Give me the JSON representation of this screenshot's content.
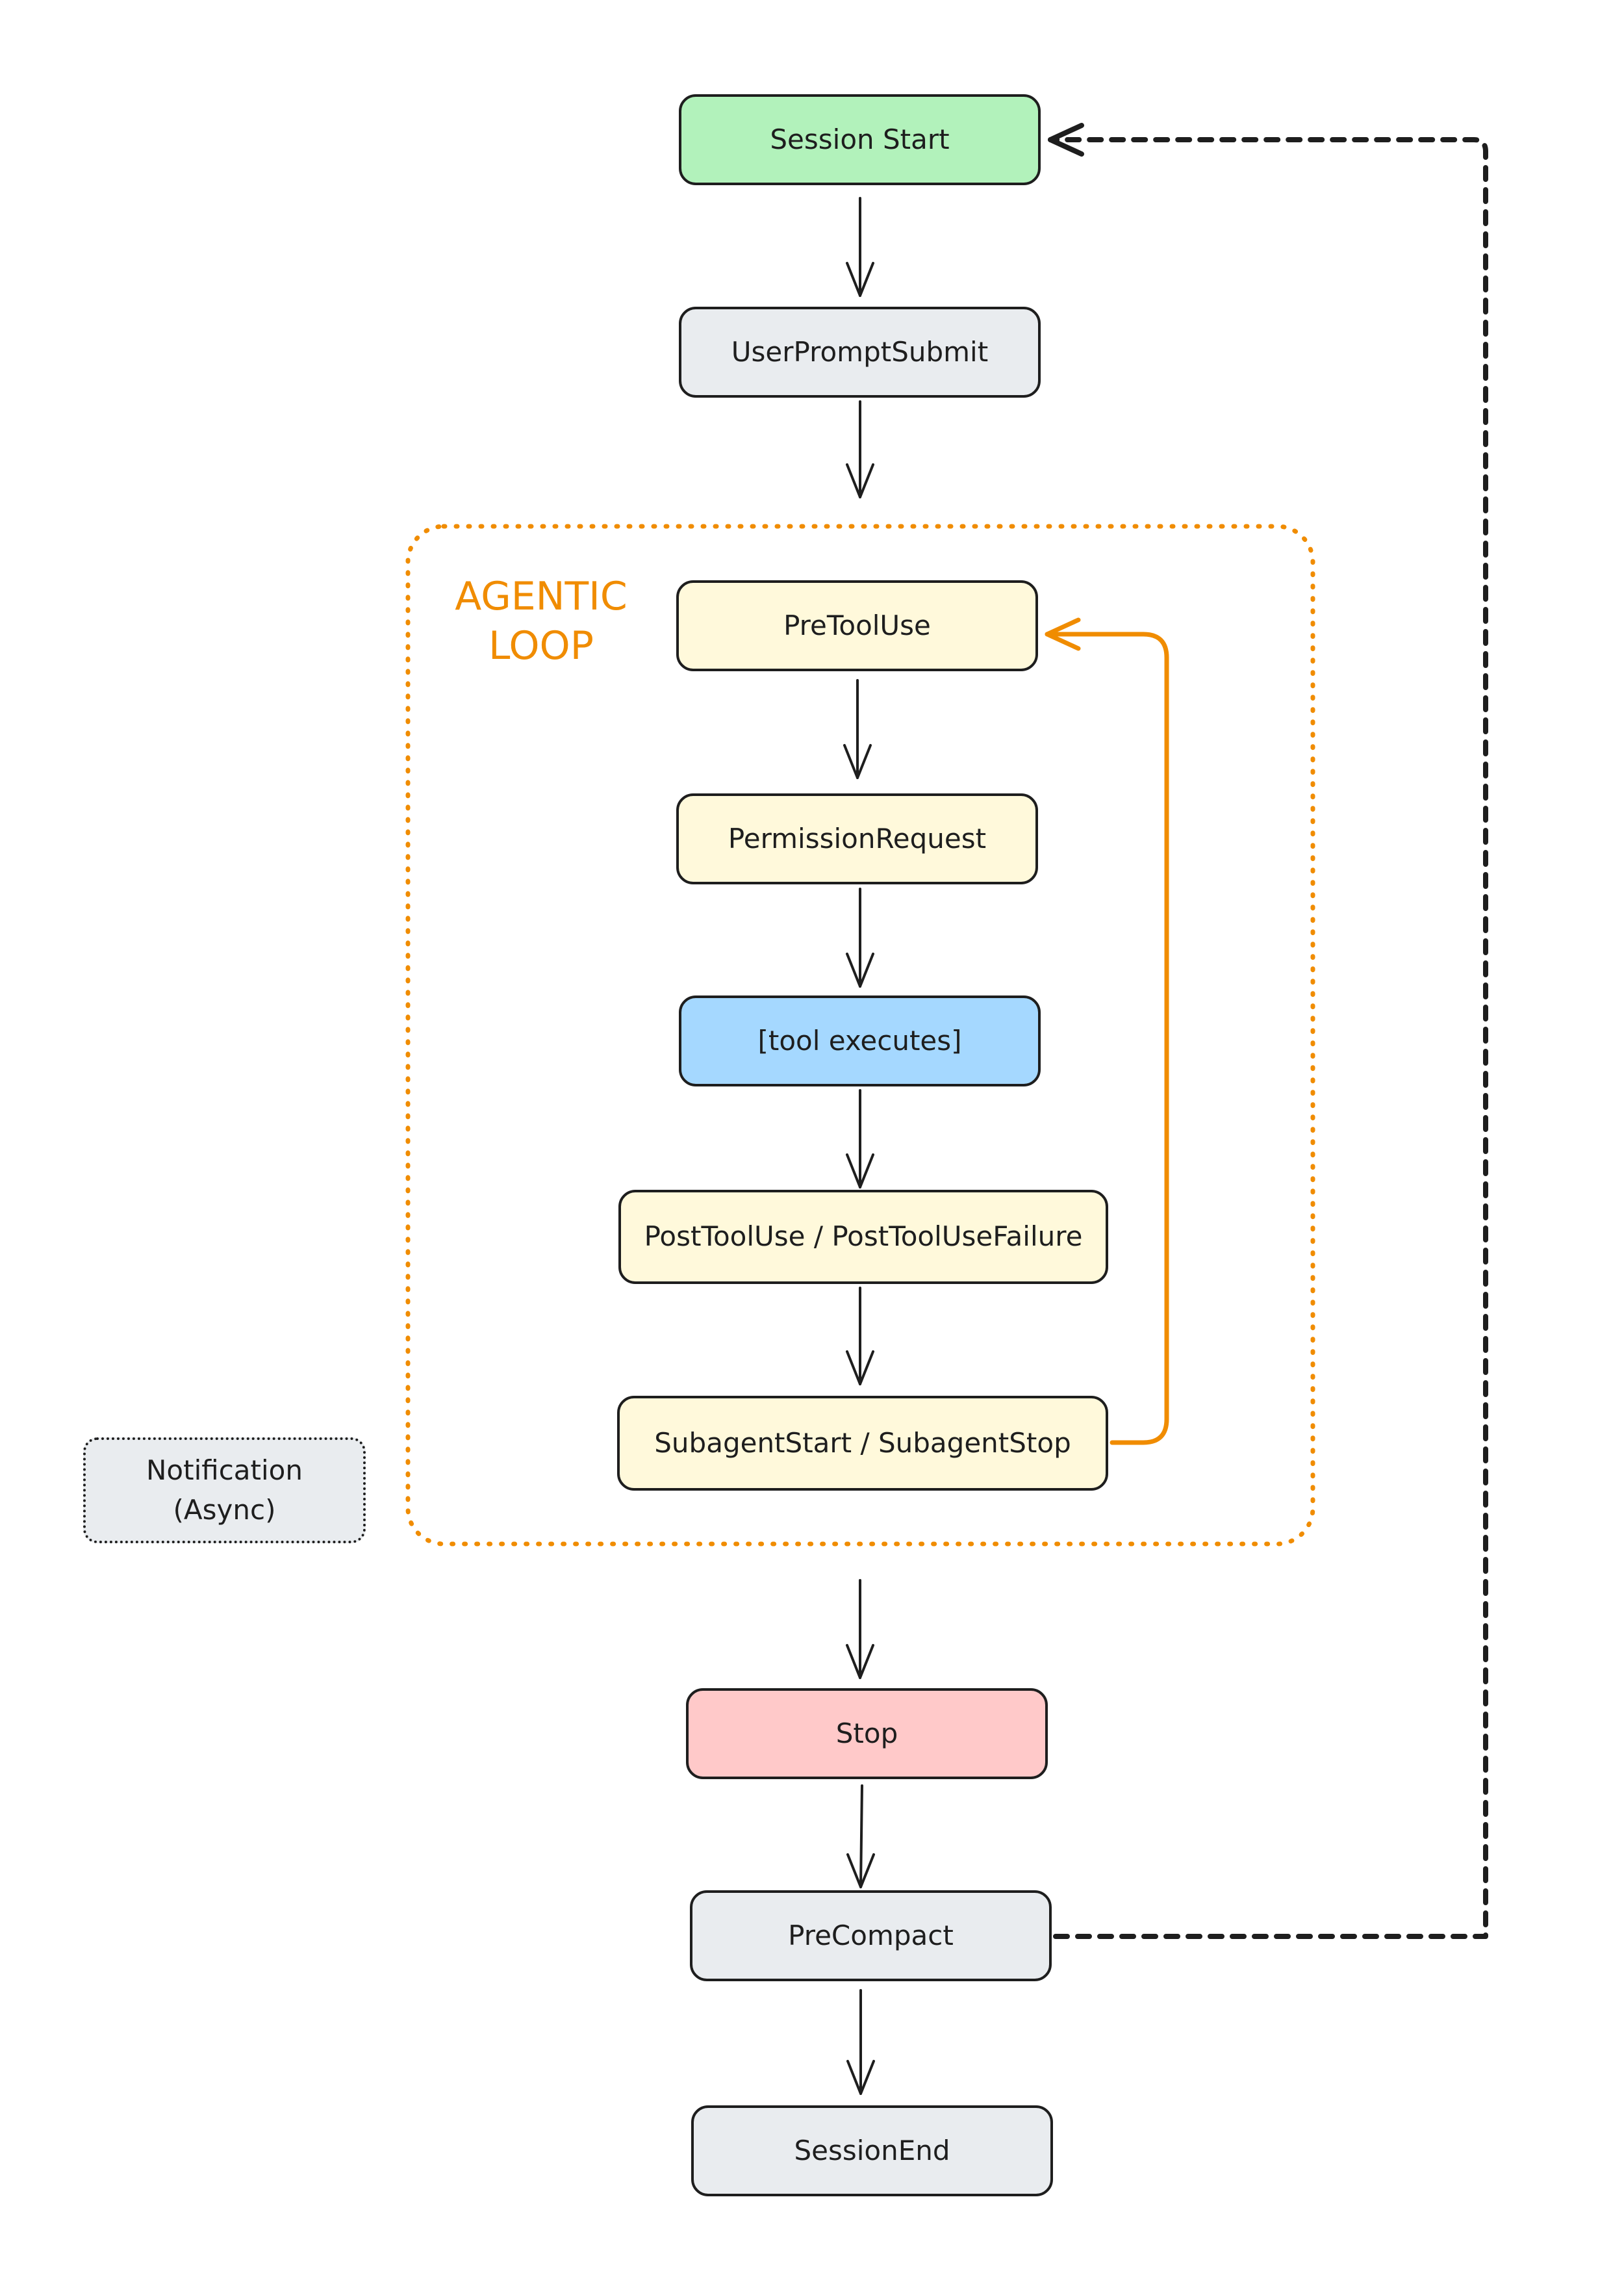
{
  "diagram": {
    "loop_group": {
      "title": "AGENTIC\nLOOP",
      "border_color": "#f08c00"
    },
    "nodes": {
      "session_start": {
        "label": "Session Start",
        "fill": "#b2f2bb"
      },
      "user_prompt_submit": {
        "label": "UserPromptSubmit",
        "fill": "#e9ecef"
      },
      "pre_tool_use": {
        "label": "PreToolUse",
        "fill": "#fff9db"
      },
      "permission_request": {
        "label": "PermissionRequest",
        "fill": "#fff9db"
      },
      "tool_executes": {
        "label": "[tool executes]",
        "fill": "#a5d8ff"
      },
      "post_tool_use": {
        "label": "PostToolUse / PostToolUseFailure",
        "fill": "#fff9db"
      },
      "subagent": {
        "label": "SubagentStart / SubagentStop",
        "fill": "#fff9db"
      },
      "stop": {
        "label": "Stop",
        "fill": "#ffc9c9"
      },
      "pre_compact": {
        "label": "PreCompact",
        "fill": "#e9ecef"
      },
      "session_end": {
        "label": "SessionEnd",
        "fill": "#e9ecef"
      },
      "notification": {
        "label": "Notification\n(Async)",
        "fill": "#e9ecef"
      }
    },
    "edges": [
      {
        "from": "Session Start",
        "to": "UserPromptSubmit",
        "style": "solid"
      },
      {
        "from": "UserPromptSubmit",
        "to": "AGENTIC LOOP",
        "style": "solid"
      },
      {
        "from": "PreToolUse",
        "to": "PermissionRequest",
        "style": "solid"
      },
      {
        "from": "PermissionRequest",
        "to": "[tool executes]",
        "style": "solid"
      },
      {
        "from": "[tool executes]",
        "to": "PostToolUse / PostToolUseFailure",
        "style": "solid"
      },
      {
        "from": "PostToolUse / PostToolUseFailure",
        "to": "SubagentStart / SubagentStop",
        "style": "solid"
      },
      {
        "from": "SubagentStart / SubagentStop",
        "to": "PreToolUse",
        "style": "loop-back",
        "color": "#f08c00"
      },
      {
        "from": "AGENTIC LOOP",
        "to": "Stop",
        "style": "solid"
      },
      {
        "from": "Stop",
        "to": "PreCompact",
        "style": "solid"
      },
      {
        "from": "PreCompact",
        "to": "SessionEnd",
        "style": "solid"
      },
      {
        "from": "PreCompact",
        "to": "Session Start",
        "style": "dashed"
      }
    ]
  },
  "colors": {
    "stroke": "#1e1e1e",
    "accent_orange": "#f08c00"
  }
}
